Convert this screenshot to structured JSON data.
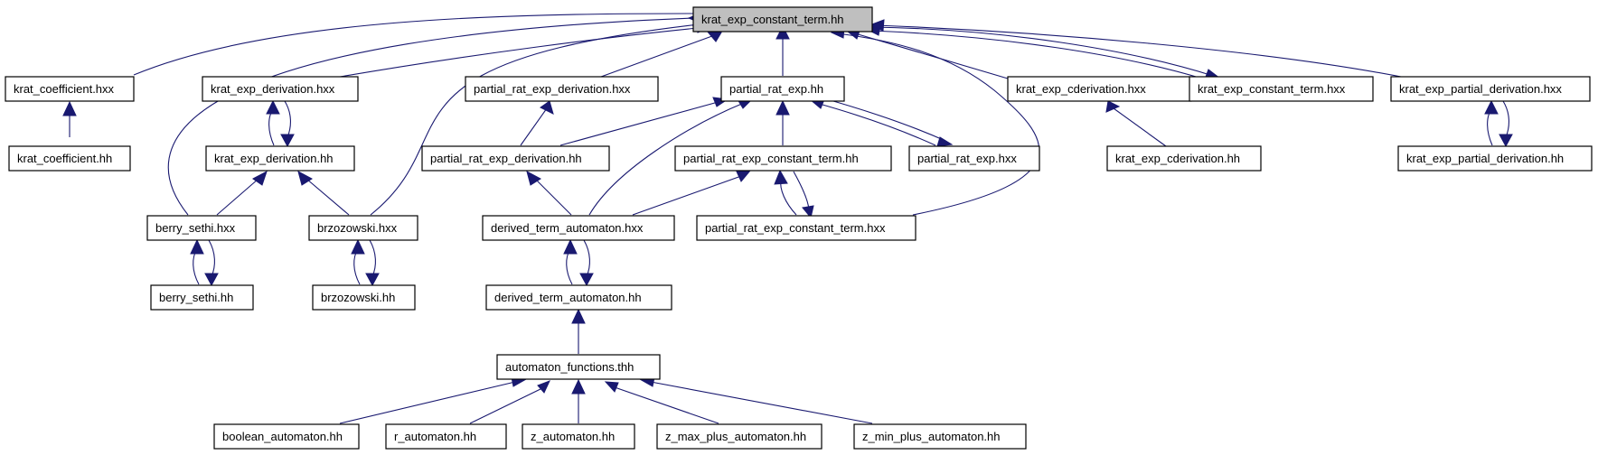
{
  "diagram": {
    "type": "include-dependency-graph",
    "nodes": [
      {
        "id": "root",
        "label": "krat_exp_constant_term.hh",
        "highlighted": true
      },
      {
        "id": "kc_hxx",
        "label": "krat_coefficient.hxx"
      },
      {
        "id": "ked_hxx",
        "label": "krat_exp_derivation.hxx"
      },
      {
        "id": "pred_hxx",
        "label": "partial_rat_exp_derivation.hxx"
      },
      {
        "id": "pre_hh",
        "label": "partial_rat_exp.hh"
      },
      {
        "id": "kecd_hxx",
        "label": "krat_exp_cderivation.hxx"
      },
      {
        "id": "kect_hxx",
        "label": "krat_exp_constant_term.hxx"
      },
      {
        "id": "kepd_hxx",
        "label": "krat_exp_partial_derivation.hxx"
      },
      {
        "id": "kc_hh",
        "label": "krat_coefficient.hh"
      },
      {
        "id": "ked_hh",
        "label": "krat_exp_derivation.hh"
      },
      {
        "id": "pred_hh",
        "label": "partial_rat_exp_derivation.hh"
      },
      {
        "id": "prect_hh",
        "label": "partial_rat_exp_constant_term.hh"
      },
      {
        "id": "pre_hxx",
        "label": "partial_rat_exp.hxx"
      },
      {
        "id": "kecd_hh",
        "label": "krat_exp_cderivation.hh"
      },
      {
        "id": "kepd_hh",
        "label": "krat_exp_partial_derivation.hh"
      },
      {
        "id": "bs_hxx",
        "label": "berry_sethi.hxx"
      },
      {
        "id": "bz_hxx",
        "label": "brzozowski.hxx"
      },
      {
        "id": "dta_hxx",
        "label": "derived_term_automaton.hxx"
      },
      {
        "id": "prect_hxx",
        "label": "partial_rat_exp_constant_term.hxx"
      },
      {
        "id": "bs_hh",
        "label": "berry_sethi.hh"
      },
      {
        "id": "bz_hh",
        "label": "brzozowski.hh"
      },
      {
        "id": "dta_hh",
        "label": "derived_term_automaton.hh"
      },
      {
        "id": "af_thh",
        "label": "automaton_functions.thh"
      },
      {
        "id": "ba_hh",
        "label": "boolean_automaton.hh"
      },
      {
        "id": "ra_hh",
        "label": "r_automaton.hh"
      },
      {
        "id": "za_hh",
        "label": "z_automaton.hh"
      },
      {
        "id": "zmax_hh",
        "label": "z_max_plus_automaton.hh"
      },
      {
        "id": "zmin_hh",
        "label": "z_min_plus_automaton.hh"
      }
    ]
  }
}
